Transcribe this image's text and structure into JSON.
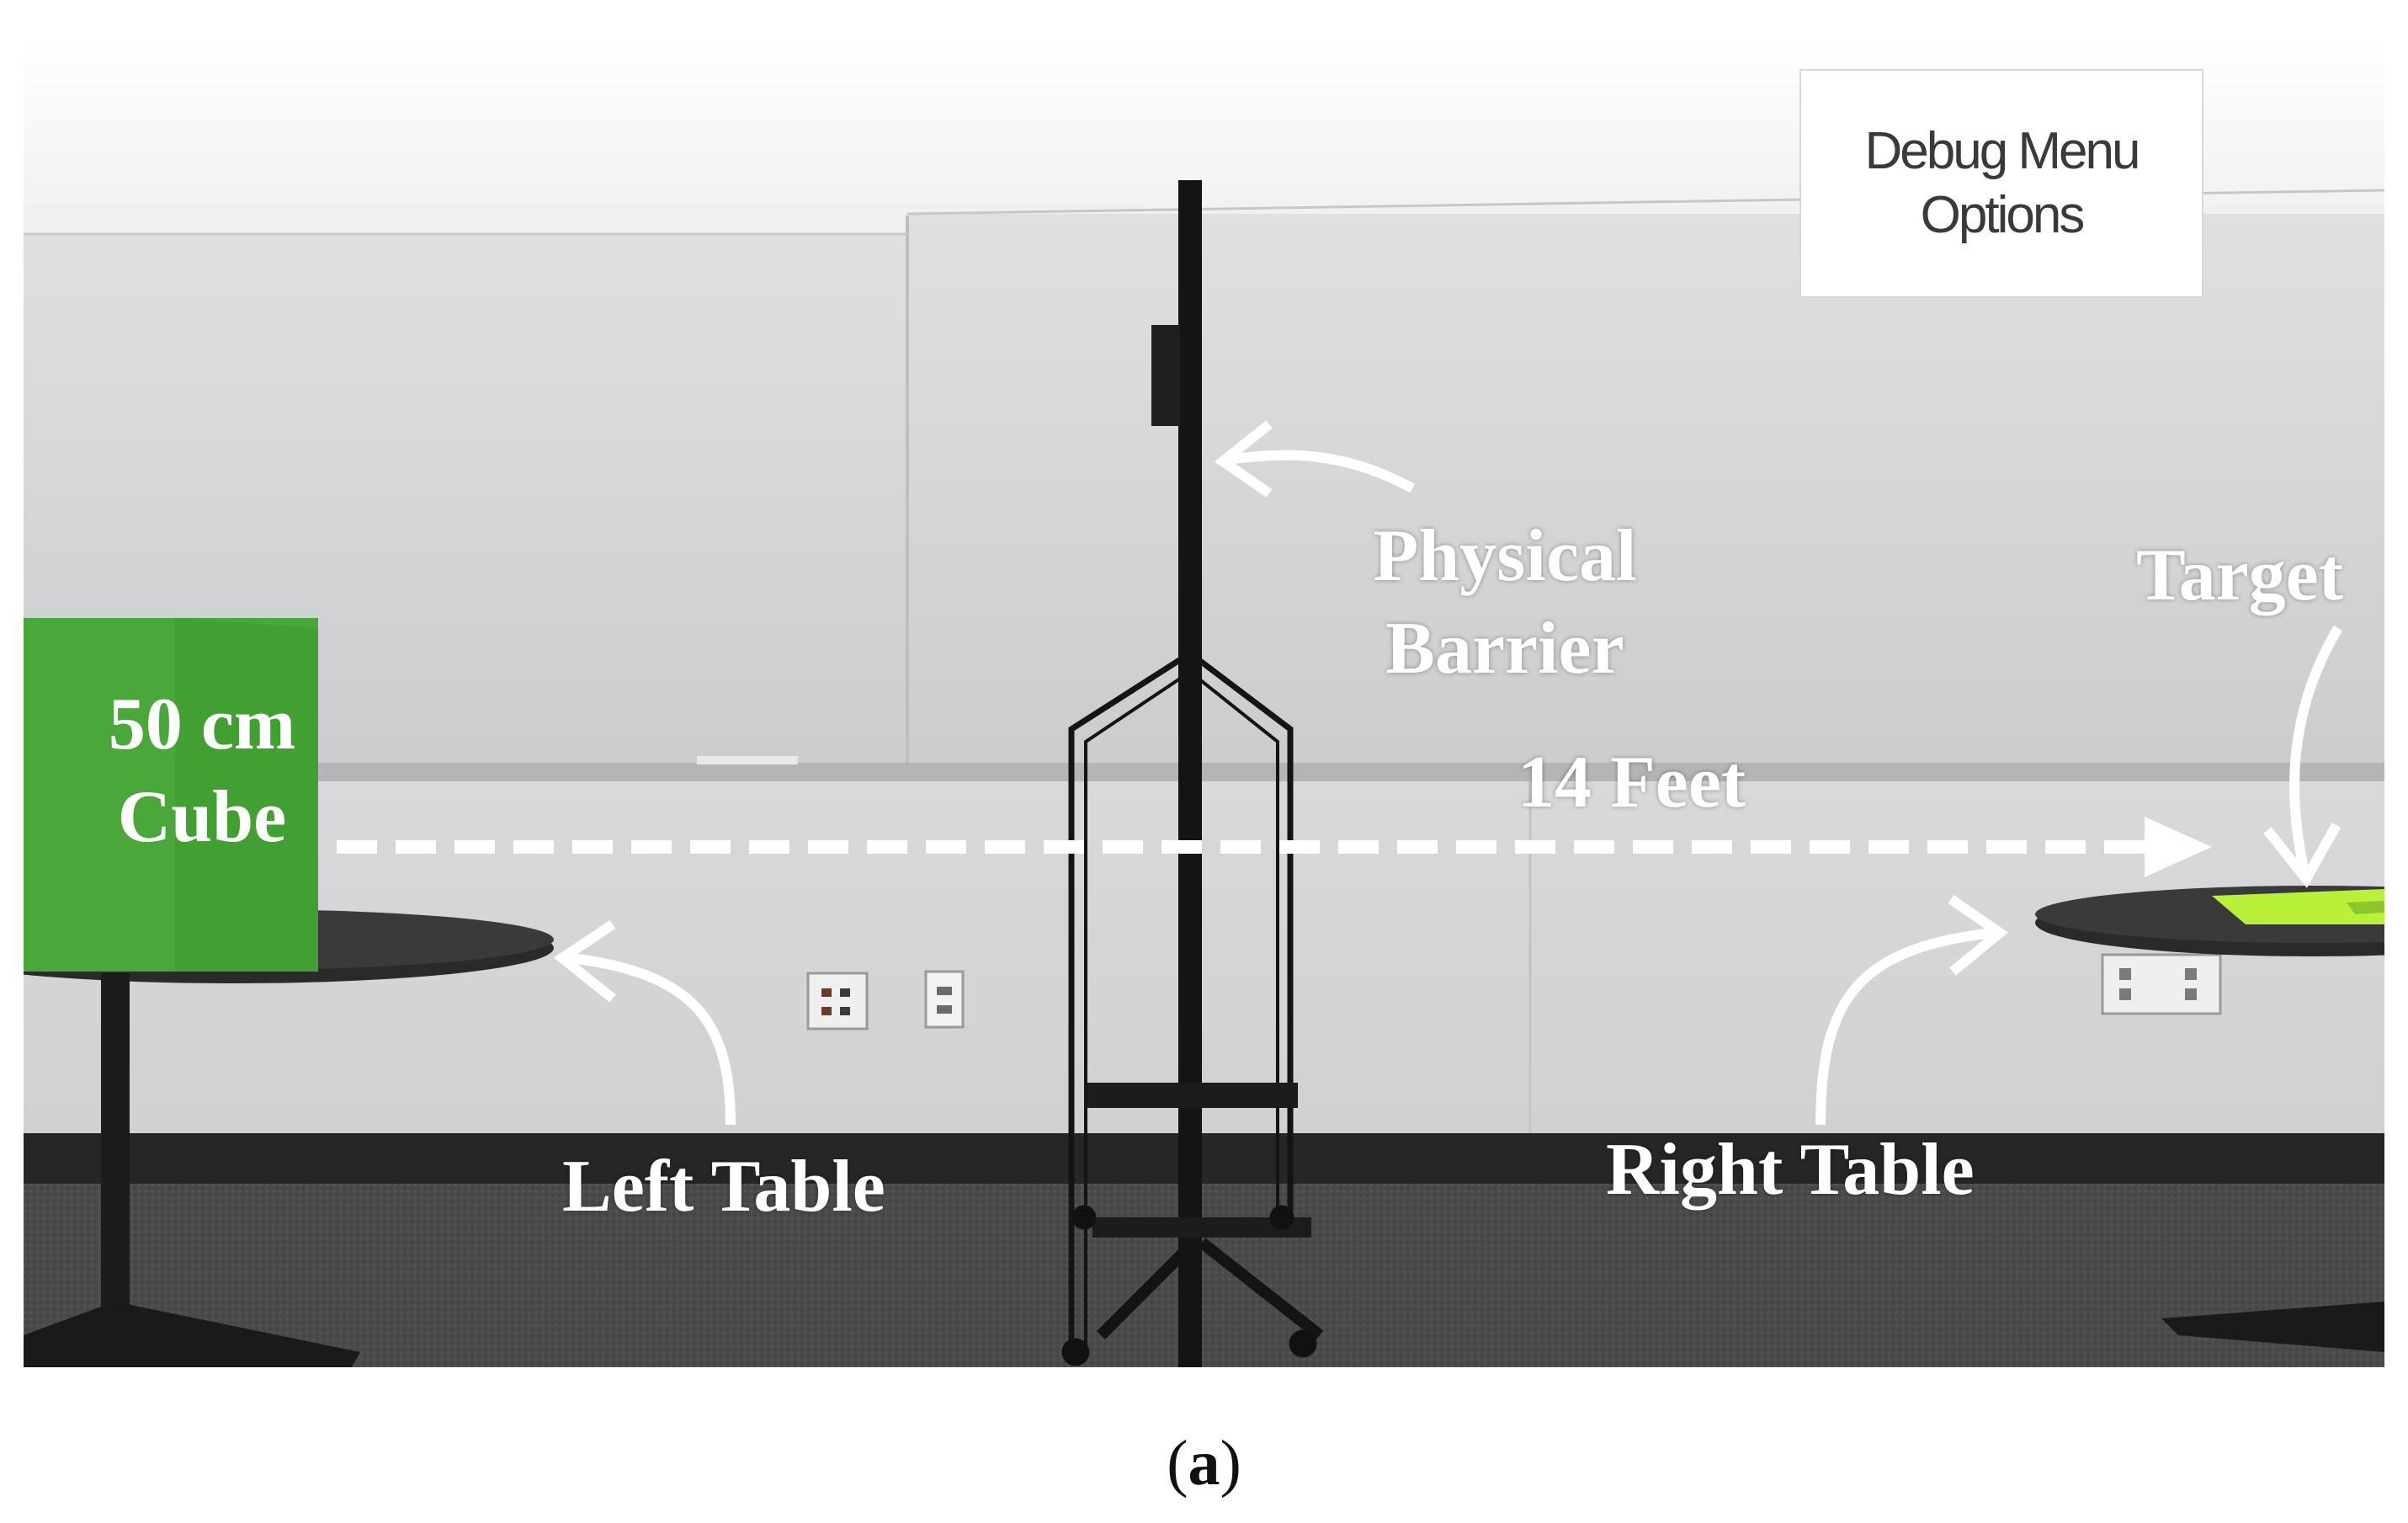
{
  "photo": {
    "labels": {
      "cube": [
        "50 cm",
        "Cube"
      ],
      "barrier": [
        "Physical",
        "Barrier"
      ],
      "target": "Target",
      "distance": "14 Feet",
      "left_table": "Left Table",
      "right_table": "Right Table"
    },
    "debug_menu": [
      "Debug Menu",
      "Options"
    ],
    "colors": {
      "cube": "#4aa83a",
      "target": "#b8f03a",
      "wall": "#d9dadb",
      "carpet": "#4a4a4a"
    }
  },
  "caption": {
    "open": "(",
    "letter": "a",
    "close": ")"
  }
}
